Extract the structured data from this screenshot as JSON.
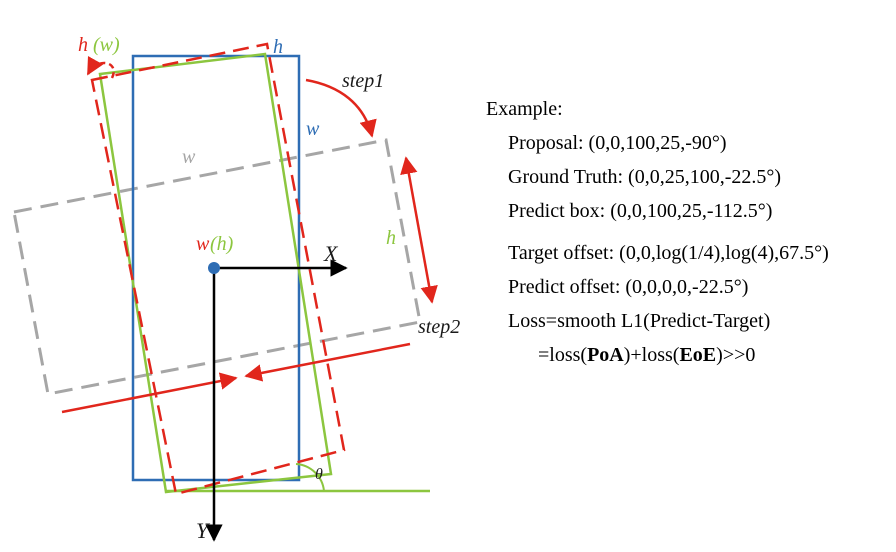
{
  "colors": {
    "blue": "#2e6db4",
    "green": "#8cc63f",
    "red": "#e1261c",
    "gray": "#a6a6a6",
    "black": "#000000"
  },
  "diagram_labels": {
    "h_blue": "h",
    "w_blue": "w",
    "h_red": "h",
    "w_green_paren": "(w)",
    "w_gray": "w",
    "h_green": "h",
    "center_w": "w",
    "center_h": "(h)",
    "axis_x": "X",
    "axis_y": "Y",
    "theta": "θ",
    "step1": "step1",
    "step2": "step2"
  },
  "example": {
    "heading": "Example:",
    "proposal": "Proposal: (0,0,100,25,-90°)",
    "ground_truth": "Ground Truth: (0,0,25,100,-22.5°)",
    "predict_box": "Predict box: (0,0,100,25,-112.5°)",
    "target_offset": "Target offset: (0,0,log(1/4),log(4),67.5°)",
    "predict_offset": "Predict offset: (0,0,0,0,-22.5°)",
    "loss": "Loss=smooth L1(Predict-Target)",
    "loss2_prefix": "=loss(",
    "loss2_poa": "PoA",
    "loss2_mid": ")+loss(",
    "loss2_eoe": "EoE",
    "loss2_suffix": ")>>0"
  }
}
